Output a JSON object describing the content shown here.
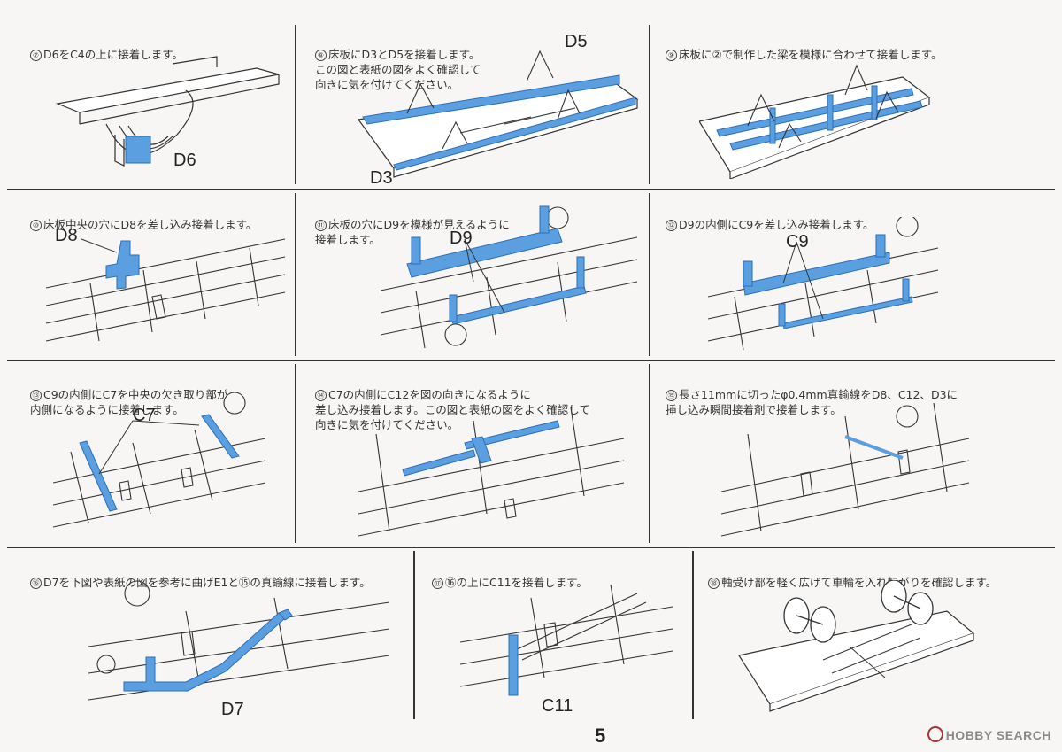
{
  "page_number": "5",
  "watermark": "HOBBY SEARCH",
  "steps": [
    {
      "num": "⑦",
      "text": "D6をC4の上に接着します。",
      "labels": [
        "D6"
      ]
    },
    {
      "num": "⑧",
      "text": "床板にD3とD5を接着します。\nこの図と表紙の図をよく確認して\n向きに気を付けてください。",
      "labels": [
        "D5",
        "D3"
      ]
    },
    {
      "num": "⑨",
      "text": "床板に②で制作した梁を模様に合わせて接着します。",
      "labels": []
    },
    {
      "num": "⑩",
      "text": "床板中央の穴にD8を差し込み接着します。",
      "labels": [
        "D8"
      ]
    },
    {
      "num": "⑪",
      "text": "床板の穴にD9を模様が見えるように\n接着します。",
      "labels": [
        "D9"
      ]
    },
    {
      "num": "⑫",
      "text": "D9の内側にC9を差し込み接着します。",
      "labels": [
        "C9"
      ]
    },
    {
      "num": "⑬",
      "text": "C9の内側にC7を中央の欠き取り部が\n内側になるように接着します。",
      "labels": [
        "C7"
      ]
    },
    {
      "num": "⑭",
      "text": "C7の内側にC12を図の向きになるように\n差し込み接着します。この図と表紙の図をよく確認して\n向きに気を付けてください。",
      "labels": []
    },
    {
      "num": "⑮",
      "text": "長さ11mmに切ったφ0.4mm真鍮線をD8、C12、D3に\n挿し込み瞬間接着剤で接着します。",
      "labels": []
    },
    {
      "num": "⑯",
      "text": "D7を下図や表紙の図を参考に曲げE1と⑮の真鍮線に接着します。",
      "labels": [
        "D7"
      ]
    },
    {
      "num": "⑰",
      "text": "⑯の上にC11を接着します。",
      "labels": [
        "C11"
      ]
    },
    {
      "num": "⑱",
      "text": "軸受け部を軽く広げて車輪を入れ転がりを確認します。",
      "labels": []
    }
  ],
  "colors": {
    "part_highlight": "#5b9fe0",
    "line": "#333333",
    "paper": "#f7f6f4"
  }
}
